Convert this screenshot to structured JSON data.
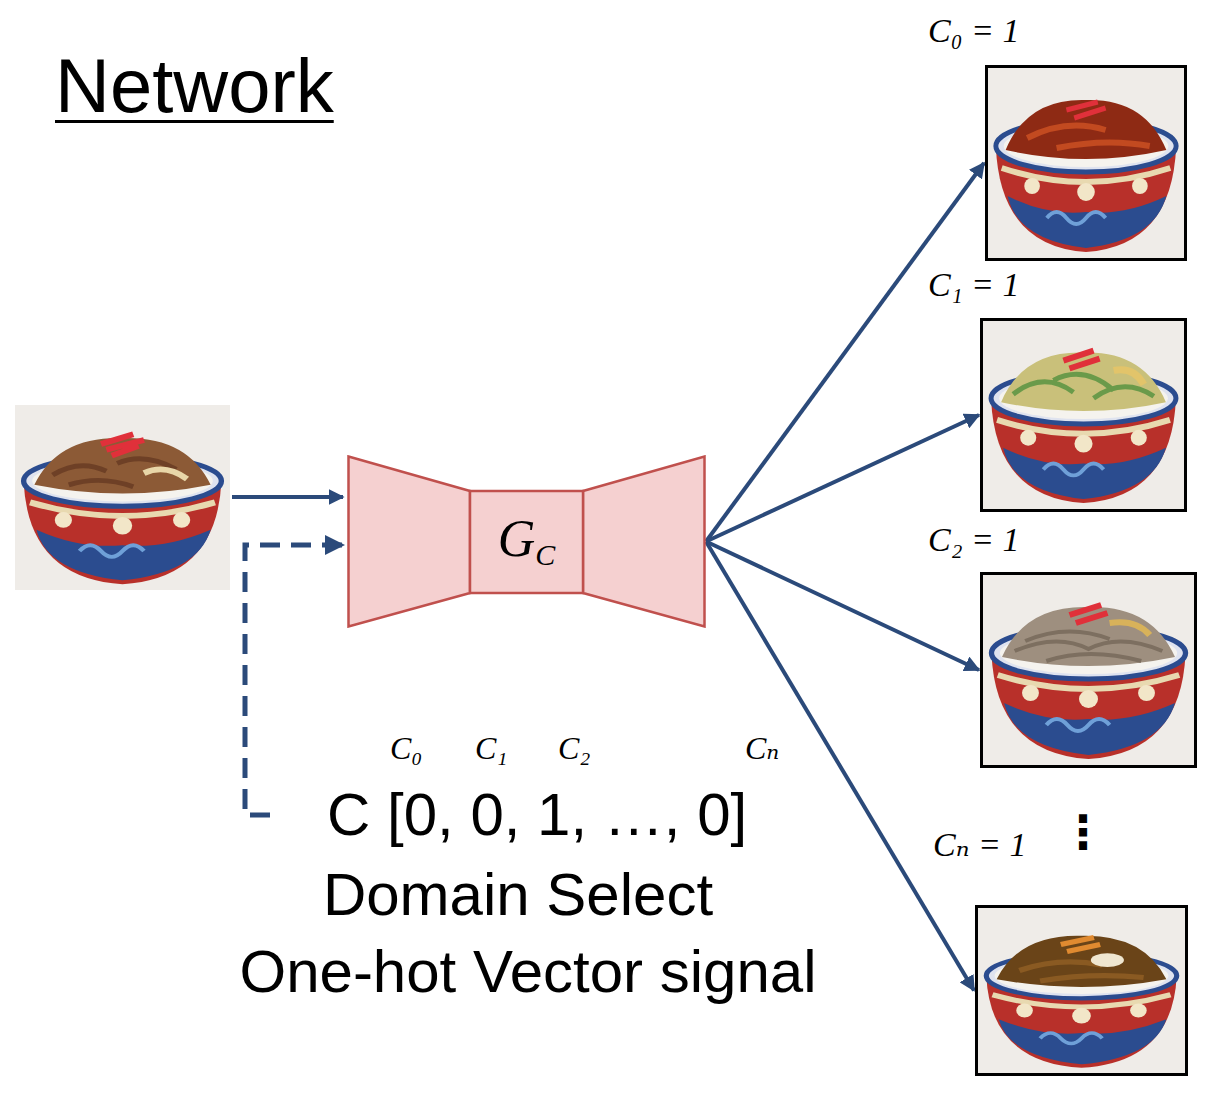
{
  "diagram": {
    "title": "Network",
    "nodes": [
      {
        "text": [
          "GC"
        ]
      },
      {
        "text": [
          "C₀ = 1"
        ]
      },
      {
        "text": [
          "C₁ = 1"
        ]
      },
      {
        "text": [
          "C₂ = 1"
        ]
      },
      {
        "text": [
          "Cₙ = 1"
        ]
      }
    ],
    "edges": [
      {
        "from": 0,
        "to": 1,
        "arrow": "to"
      },
      {
        "from": 0,
        "to": 2,
        "arrow": "to"
      },
      {
        "from": 0,
        "to": 3,
        "arrow": "to"
      },
      {
        "from": 0,
        "to": 4,
        "arrow": "to"
      }
    ],
    "labels": [
      "C₀",
      "C₁",
      "C₂",
      "Cₙ",
      "C [0, 0, 1, …, 0]",
      "Domain Select",
      "One-hot Vector signal",
      "⋮"
    ]
  }
}
